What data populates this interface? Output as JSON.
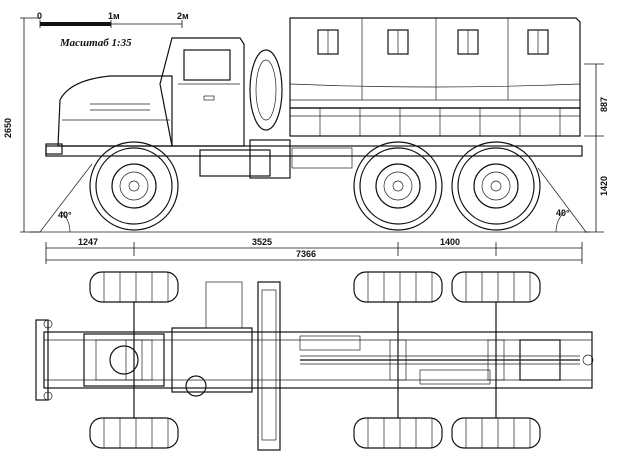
{
  "scale_bar": {
    "tick_0": "0",
    "tick_1": "1м",
    "tick_2": "2м"
  },
  "scale_label": "Масштаб 1:35",
  "dimensions": {
    "overall_height": "2650",
    "cargo_cover_height": "887",
    "frame_height": "1420",
    "front_overhang": "1247",
    "wheelbase_front": "3525",
    "wheelbase_rear": "1400",
    "overall_length": "7366",
    "approach_angle": "40°",
    "departure_angle": "40°"
  }
}
